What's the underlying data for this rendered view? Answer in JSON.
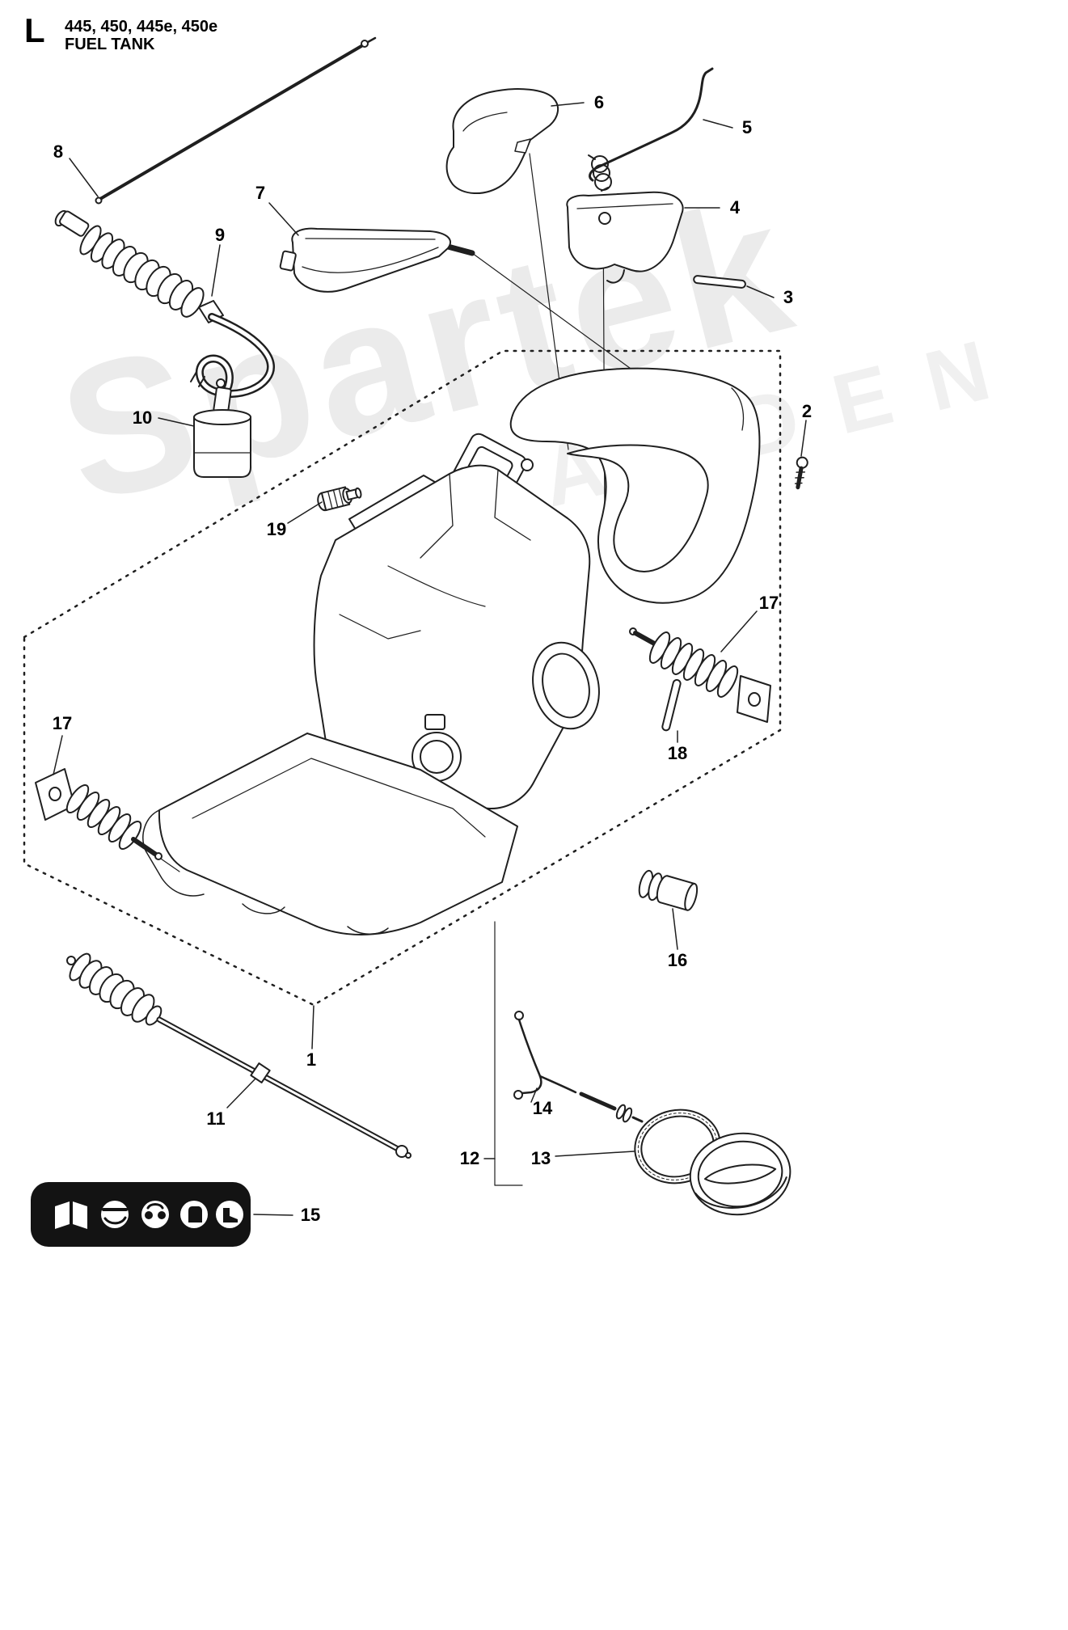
{
  "page": {
    "section_letter": "L",
    "title": "445, 450, 445e, 450e",
    "subtitle": "FUEL TANK"
  },
  "watermark": {
    "brand": "Spartek",
    "secondary": "GARDEN"
  },
  "colors": {
    "line": "#1f1f1f",
    "background": "#ffffff",
    "safety_plate": "#131313",
    "watermark": "#ebebeb"
  },
  "callouts": [
    {
      "num": "8"
    },
    {
      "num": "6"
    },
    {
      "num": "5"
    },
    {
      "num": "7"
    },
    {
      "num": "4"
    },
    {
      "num": "9"
    },
    {
      "num": "3"
    },
    {
      "num": "2"
    },
    {
      "num": "10"
    },
    {
      "num": "19"
    },
    {
      "num": "17"
    },
    {
      "num": "18"
    },
    {
      "num": "17"
    },
    {
      "num": "16"
    },
    {
      "num": "1"
    },
    {
      "num": "11"
    },
    {
      "num": "14"
    },
    {
      "num": "12"
    },
    {
      "num": "13"
    },
    {
      "num": "15"
    }
  ],
  "safety_plate": {
    "icons": [
      "manual-icon",
      "helmet-icon",
      "ear-protection-icon",
      "protective-gloves-icon",
      "protective-boots-icon"
    ]
  }
}
